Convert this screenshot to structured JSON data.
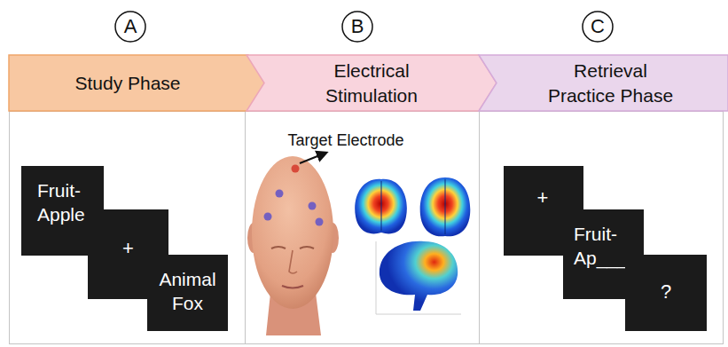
{
  "diagram": {
    "nodes": [
      {
        "text": [
          "A"
        ]
      },
      {
        "text": [
          "B"
        ]
      },
      {
        "text": [
          "C"
        ]
      },
      {
        "text": [
          "Study Phase"
        ]
      },
      {
        "text": [
          "Electrical Stimulation"
        ]
      },
      {
        "text": [
          "Retrieval Practice Phase"
        ]
      },
      {
        "text": [
          "Fruit- Apple"
        ]
      },
      {
        "text": [
          "+"
        ]
      },
      {
        "text": [
          "Animal Fox"
        ]
      },
      {
        "text": [
          "+"
        ]
      },
      {
        "text": [
          "Fruit- Ap___"
        ]
      },
      {
        "text": [
          "?"
        ]
      }
    ],
    "labels": [
      "Target Electrode"
    ]
  }
}
